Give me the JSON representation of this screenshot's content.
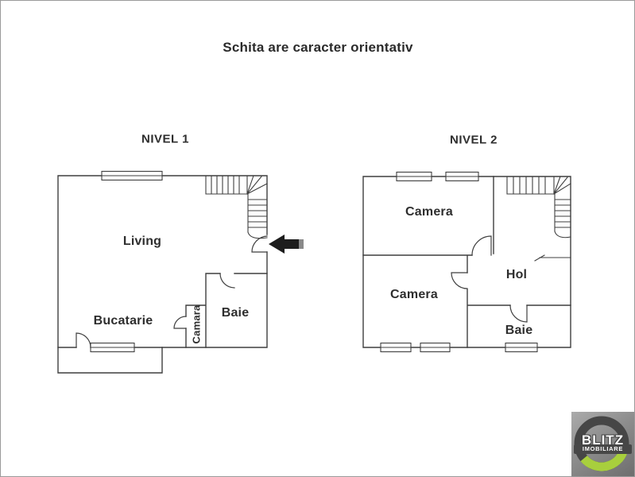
{
  "title": "Schita are caracter orientativ",
  "level1": {
    "title": "NIVEL 1",
    "rooms": {
      "living": "Living",
      "bucatarie": "Bucatarie",
      "camara": "Camara",
      "baie": "Baie"
    }
  },
  "level2": {
    "title": "NIVEL 2",
    "rooms": {
      "camera1": "Camera",
      "camera2": "Camera",
      "hol": "Hol",
      "baie": "Baie"
    }
  },
  "logo": {
    "brand": "BLITZ",
    "subtitle": "IMOBILIARE"
  },
  "colors": {
    "wall_line": "#3f3f3f",
    "arrow_black": "#1d1d1d",
    "arrow_gray": "#8a8a8a",
    "logo_green": "#a8cf3d",
    "logo_ring": "#464646"
  }
}
